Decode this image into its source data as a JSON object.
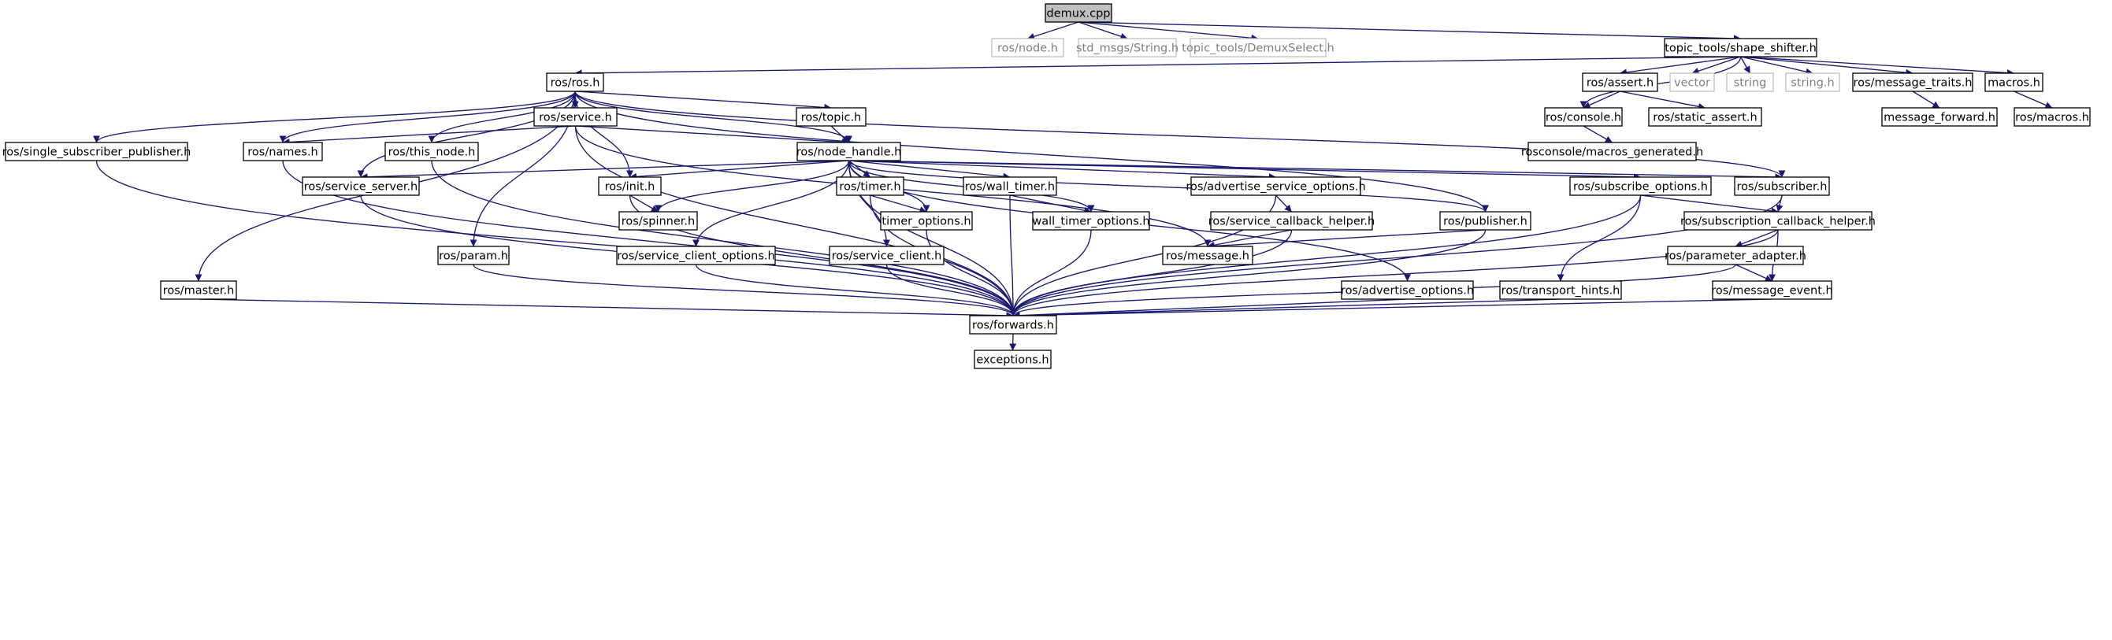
{
  "colors": {
    "edge": "#191970",
    "node_border": "#000000",
    "node_text": "#000000",
    "missing_border": "#bfbfbf",
    "missing_text": "#7f7f7f",
    "root_fill": "#bfbfbf",
    "fill": "#ffffff"
  },
  "nodes": [
    {
      "id": "demux",
      "label": "demux.cpp",
      "style": "root"
    },
    {
      "id": "rosnode",
      "label": "ros/node.h",
      "style": "missing"
    },
    {
      "id": "stdstring",
      "label": "std_msgs/String.h",
      "style": "missing"
    },
    {
      "id": "demuxselect",
      "label": "topic_tools/DemuxSelect.h",
      "style": "missing"
    },
    {
      "id": "shapeshifter",
      "label": "topic_tools/shape_shifter.h",
      "style": "normal"
    },
    {
      "id": "rosh",
      "label": "ros/ros.h",
      "style": "normal"
    },
    {
      "id": "assert",
      "label": "ros/assert.h",
      "style": "normal"
    },
    {
      "id": "vector",
      "label": "vector",
      "style": "missing"
    },
    {
      "id": "string",
      "label": "string",
      "style": "missing"
    },
    {
      "id": "stringh",
      "label": "string.h",
      "style": "missing"
    },
    {
      "id": "msgtraits",
      "label": "ros/message_traits.h",
      "style": "normal"
    },
    {
      "id": "macros",
      "label": "macros.h",
      "style": "normal"
    },
    {
      "id": "service",
      "label": "ros/service.h",
      "style": "normal"
    },
    {
      "id": "topic",
      "label": "ros/topic.h",
      "style": "normal"
    },
    {
      "id": "console",
      "label": "ros/console.h",
      "style": "normal"
    },
    {
      "id": "staticassert",
      "label": "ros/static_assert.h",
      "style": "normal"
    },
    {
      "id": "msgforward",
      "label": "message_forward.h",
      "style": "normal"
    },
    {
      "id": "rosmacros",
      "label": "ros/macros.h",
      "style": "normal"
    },
    {
      "id": "singlesub",
      "label": "ros/single_subscriber_publisher.h",
      "style": "normal"
    },
    {
      "id": "names",
      "label": "ros/names.h",
      "style": "normal"
    },
    {
      "id": "thisnode",
      "label": "ros/this_node.h",
      "style": "normal"
    },
    {
      "id": "nodehandle",
      "label": "ros/node_handle.h",
      "style": "normal"
    },
    {
      "id": "macrosgen",
      "label": "rosconsole/macros_generated.h",
      "style": "normal"
    },
    {
      "id": "serviceserver",
      "label": "ros/service_server.h",
      "style": "normal"
    },
    {
      "id": "init",
      "label": "ros/init.h",
      "style": "normal"
    },
    {
      "id": "timer",
      "label": "ros/timer.h",
      "style": "normal"
    },
    {
      "id": "walltimer",
      "label": "ros/wall_timer.h",
      "style": "normal"
    },
    {
      "id": "advsrvopts",
      "label": "ros/advertise_service_options.h",
      "style": "normal"
    },
    {
      "id": "subopts",
      "label": "ros/subscribe_options.h",
      "style": "normal"
    },
    {
      "id": "subscriber",
      "label": "ros/subscriber.h",
      "style": "normal"
    },
    {
      "id": "spinner",
      "label": "ros/spinner.h",
      "style": "normal"
    },
    {
      "id": "timeropts",
      "label": "timer_options.h",
      "style": "normal"
    },
    {
      "id": "walltimeropts",
      "label": "wall_timer_options.h",
      "style": "normal"
    },
    {
      "id": "srvcbhelper",
      "label": "ros/service_callback_helper.h",
      "style": "normal"
    },
    {
      "id": "publisher",
      "label": "ros/publisher.h",
      "style": "normal"
    },
    {
      "id": "subcbhelper",
      "label": "ros/subscription_callback_helper.h",
      "style": "normal"
    },
    {
      "id": "param",
      "label": "ros/param.h",
      "style": "normal"
    },
    {
      "id": "srvclientopts",
      "label": "ros/service_client_options.h",
      "style": "normal"
    },
    {
      "id": "srvclient",
      "label": "ros/service_client.h",
      "style": "normal"
    },
    {
      "id": "message",
      "label": "ros/message.h",
      "style": "normal"
    },
    {
      "id": "paramadapter",
      "label": "ros/parameter_adapter.h",
      "style": "normal"
    },
    {
      "id": "master",
      "label": "ros/master.h",
      "style": "normal"
    },
    {
      "id": "advopts",
      "label": "ros/advertise_options.h",
      "style": "normal"
    },
    {
      "id": "transporthints",
      "label": "ros/transport_hints.h",
      "style": "normal"
    },
    {
      "id": "msgevent",
      "label": "ros/message_event.h",
      "style": "normal"
    },
    {
      "id": "forwards",
      "label": "ros/forwards.h",
      "style": "normal"
    },
    {
      "id": "exceptions",
      "label": "exceptions.h",
      "style": "normal"
    }
  ],
  "edges": [
    {
      "from": "demux",
      "to": "rosnode"
    },
    {
      "from": "demux",
      "to": "stdstring"
    },
    {
      "from": "demux",
      "to": "demuxselect"
    },
    {
      "from": "demux",
      "to": "shapeshifter"
    },
    {
      "from": "shapeshifter",
      "to": "rosh"
    },
    {
      "from": "shapeshifter",
      "to": "console"
    },
    {
      "from": "shapeshifter",
      "to": "assert"
    },
    {
      "from": "shapeshifter",
      "to": "vector"
    },
    {
      "from": "shapeshifter",
      "to": "string"
    },
    {
      "from": "shapeshifter",
      "to": "stringh"
    },
    {
      "from": "shapeshifter",
      "to": "msgtraits"
    },
    {
      "from": "shapeshifter",
      "to": "macros"
    },
    {
      "from": "assert",
      "to": "console"
    },
    {
      "from": "assert",
      "to": "staticassert"
    },
    {
      "from": "msgtraits",
      "to": "msgforward"
    },
    {
      "from": "macros",
      "to": "rosmacros"
    },
    {
      "from": "console",
      "to": "macrosgen"
    },
    {
      "from": "rosh",
      "to": "singlesub"
    },
    {
      "from": "rosh",
      "to": "names"
    },
    {
      "from": "rosh",
      "to": "serviceserver"
    },
    {
      "from": "rosh",
      "to": "thisnode"
    },
    {
      "from": "rosh",
      "to": "service"
    },
    {
      "from": "rosh",
      "to": "nodehandle"
    },
    {
      "from": "rosh",
      "to": "topic"
    },
    {
      "from": "rosh",
      "to": "init"
    },
    {
      "from": "rosh",
      "to": "param"
    },
    {
      "from": "rosh",
      "to": "master"
    },
    {
      "from": "rosh",
      "to": "publisher"
    },
    {
      "from": "rosh",
      "to": "subscriber"
    },
    {
      "from": "service",
      "to": "names"
    },
    {
      "from": "service",
      "to": "nodehandle"
    },
    {
      "from": "service",
      "to": "message"
    },
    {
      "from": "service",
      "to": "forwards"
    },
    {
      "from": "topic",
      "to": "nodehandle"
    },
    {
      "from": "nodehandle",
      "to": "serviceserver"
    },
    {
      "from": "nodehandle",
      "to": "init"
    },
    {
      "from": "nodehandle",
      "to": "spinner"
    },
    {
      "from": "nodehandle",
      "to": "srvclientopts"
    },
    {
      "from": "nodehandle",
      "to": "srvclient"
    },
    {
      "from": "nodehandle",
      "to": "timer"
    },
    {
      "from": "nodehandle",
      "to": "timeropts"
    },
    {
      "from": "nodehandle",
      "to": "walltimer"
    },
    {
      "from": "nodehandle",
      "to": "walltimeropts"
    },
    {
      "from": "nodehandle",
      "to": "advsrvopts"
    },
    {
      "from": "nodehandle",
      "to": "publisher"
    },
    {
      "from": "nodehandle",
      "to": "advopts"
    },
    {
      "from": "nodehandle",
      "to": "subopts"
    },
    {
      "from": "nodehandle",
      "to": "subscriber"
    },
    {
      "from": "nodehandle",
      "to": "forwards"
    },
    {
      "from": "singlesub",
      "to": "forwards"
    },
    {
      "from": "names",
      "to": "forwards"
    },
    {
      "from": "thisnode",
      "to": "forwards"
    },
    {
      "from": "serviceserver",
      "to": "forwards"
    },
    {
      "from": "init",
      "to": "spinner"
    },
    {
      "from": "init",
      "to": "forwards"
    },
    {
      "from": "timer",
      "to": "timeropts"
    },
    {
      "from": "timer",
      "to": "forwards"
    },
    {
      "from": "walltimer",
      "to": "walltimeropts"
    },
    {
      "from": "walltimer",
      "to": "forwards"
    },
    {
      "from": "timeropts",
      "to": "forwards"
    },
    {
      "from": "walltimeropts",
      "to": "forwards"
    },
    {
      "from": "advsrvopts",
      "to": "srvcbhelper"
    },
    {
      "from": "advsrvopts",
      "to": "forwards"
    },
    {
      "from": "srvcbhelper",
      "to": "message"
    },
    {
      "from": "srvcbhelper",
      "to": "forwards"
    },
    {
      "from": "publisher",
      "to": "message"
    },
    {
      "from": "publisher",
      "to": "forwards"
    },
    {
      "from": "subopts",
      "to": "subcbhelper"
    },
    {
      "from": "subopts",
      "to": "transporthints"
    },
    {
      "from": "subopts",
      "to": "forwards"
    },
    {
      "from": "subscriber",
      "to": "subcbhelper"
    },
    {
      "from": "subscriber",
      "to": "forwards"
    },
    {
      "from": "subcbhelper",
      "to": "paramadapter"
    },
    {
      "from": "subcbhelper",
      "to": "msgevent"
    },
    {
      "from": "subcbhelper",
      "to": "forwards"
    },
    {
      "from": "paramadapter",
      "to": "msgevent"
    },
    {
      "from": "paramadapter",
      "to": "forwards"
    },
    {
      "from": "msgevent",
      "to": "forwards"
    },
    {
      "from": "transporthints",
      "to": "forwards"
    },
    {
      "from": "advopts",
      "to": "forwards"
    },
    {
      "from": "srvclient",
      "to": "forwards"
    },
    {
      "from": "srvclientopts",
      "to": "forwards"
    },
    {
      "from": "param",
      "to": "forwards"
    },
    {
      "from": "master",
      "to": "forwards"
    },
    {
      "from": "forwards",
      "to": "exceptions"
    }
  ]
}
